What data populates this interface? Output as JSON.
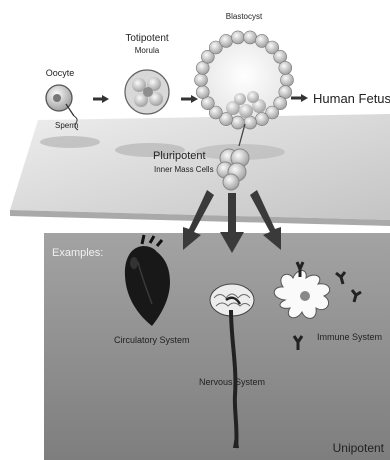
{
  "stages": {
    "oocyte": "Oocyte",
    "sperm": "Sperm",
    "totipotent": "Totipotent",
    "morula": "Morula",
    "blastocyst": "Blastocyst",
    "human_fetus": "Human Fetus",
    "pluripotent": "Pluripotent",
    "inner_mass": "Inner Mass Cells"
  },
  "examples_panel": {
    "heading": "Examples:",
    "footer": "Unipotent",
    "systems": {
      "circulatory": "Circulatory System",
      "nervous": "Nervous System",
      "immune": "Immune System"
    }
  },
  "colors": {
    "platform": "#d6d6d6",
    "panel": "#8f8f8f",
    "arrow": "#3a3a3a",
    "text_dark": "#222222",
    "text_light": "#f0f0f0"
  },
  "icons": {
    "arrow": "right-arrow-icon",
    "down": "down-arrow-icon",
    "heart": "heart-icon",
    "brain": "brain-icon",
    "cell": "immune-cell-icon",
    "antibody": "antibody-icon"
  }
}
